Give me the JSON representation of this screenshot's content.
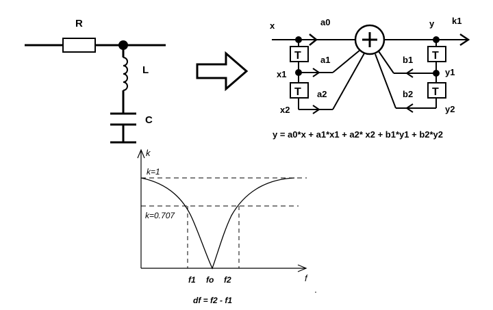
{
  "circuit": {
    "resistor_label": "R",
    "inductor_label": "L",
    "capacitor_label": "C"
  },
  "filter": {
    "delay_symbol": "T",
    "sum_symbol": "+",
    "input_label": "x",
    "output_label": "y",
    "gain_label": "k1",
    "coeff_a0": "a0",
    "coeff_a1": "a1",
    "coeff_a2": "a2",
    "coeff_b1": "b1",
    "coeff_b2": "b2",
    "tap_x1": "x1",
    "tap_x2": "x2",
    "tap_y1": "y1",
    "tap_y2": "y2",
    "equation": "y = a0*x + a1*x1 + a2* x2 + b1*y1 + b2*y2"
  },
  "response_plot": {
    "y_axis_label": "k",
    "x_axis_label": "f",
    "level_unity": "k=1",
    "level_half_power": "k=0.707",
    "tick_f1": "f1",
    "tick_fo": "fo",
    "tick_f2": "f2",
    "bandwidth_formula": "df = f2 - f1"
  }
}
